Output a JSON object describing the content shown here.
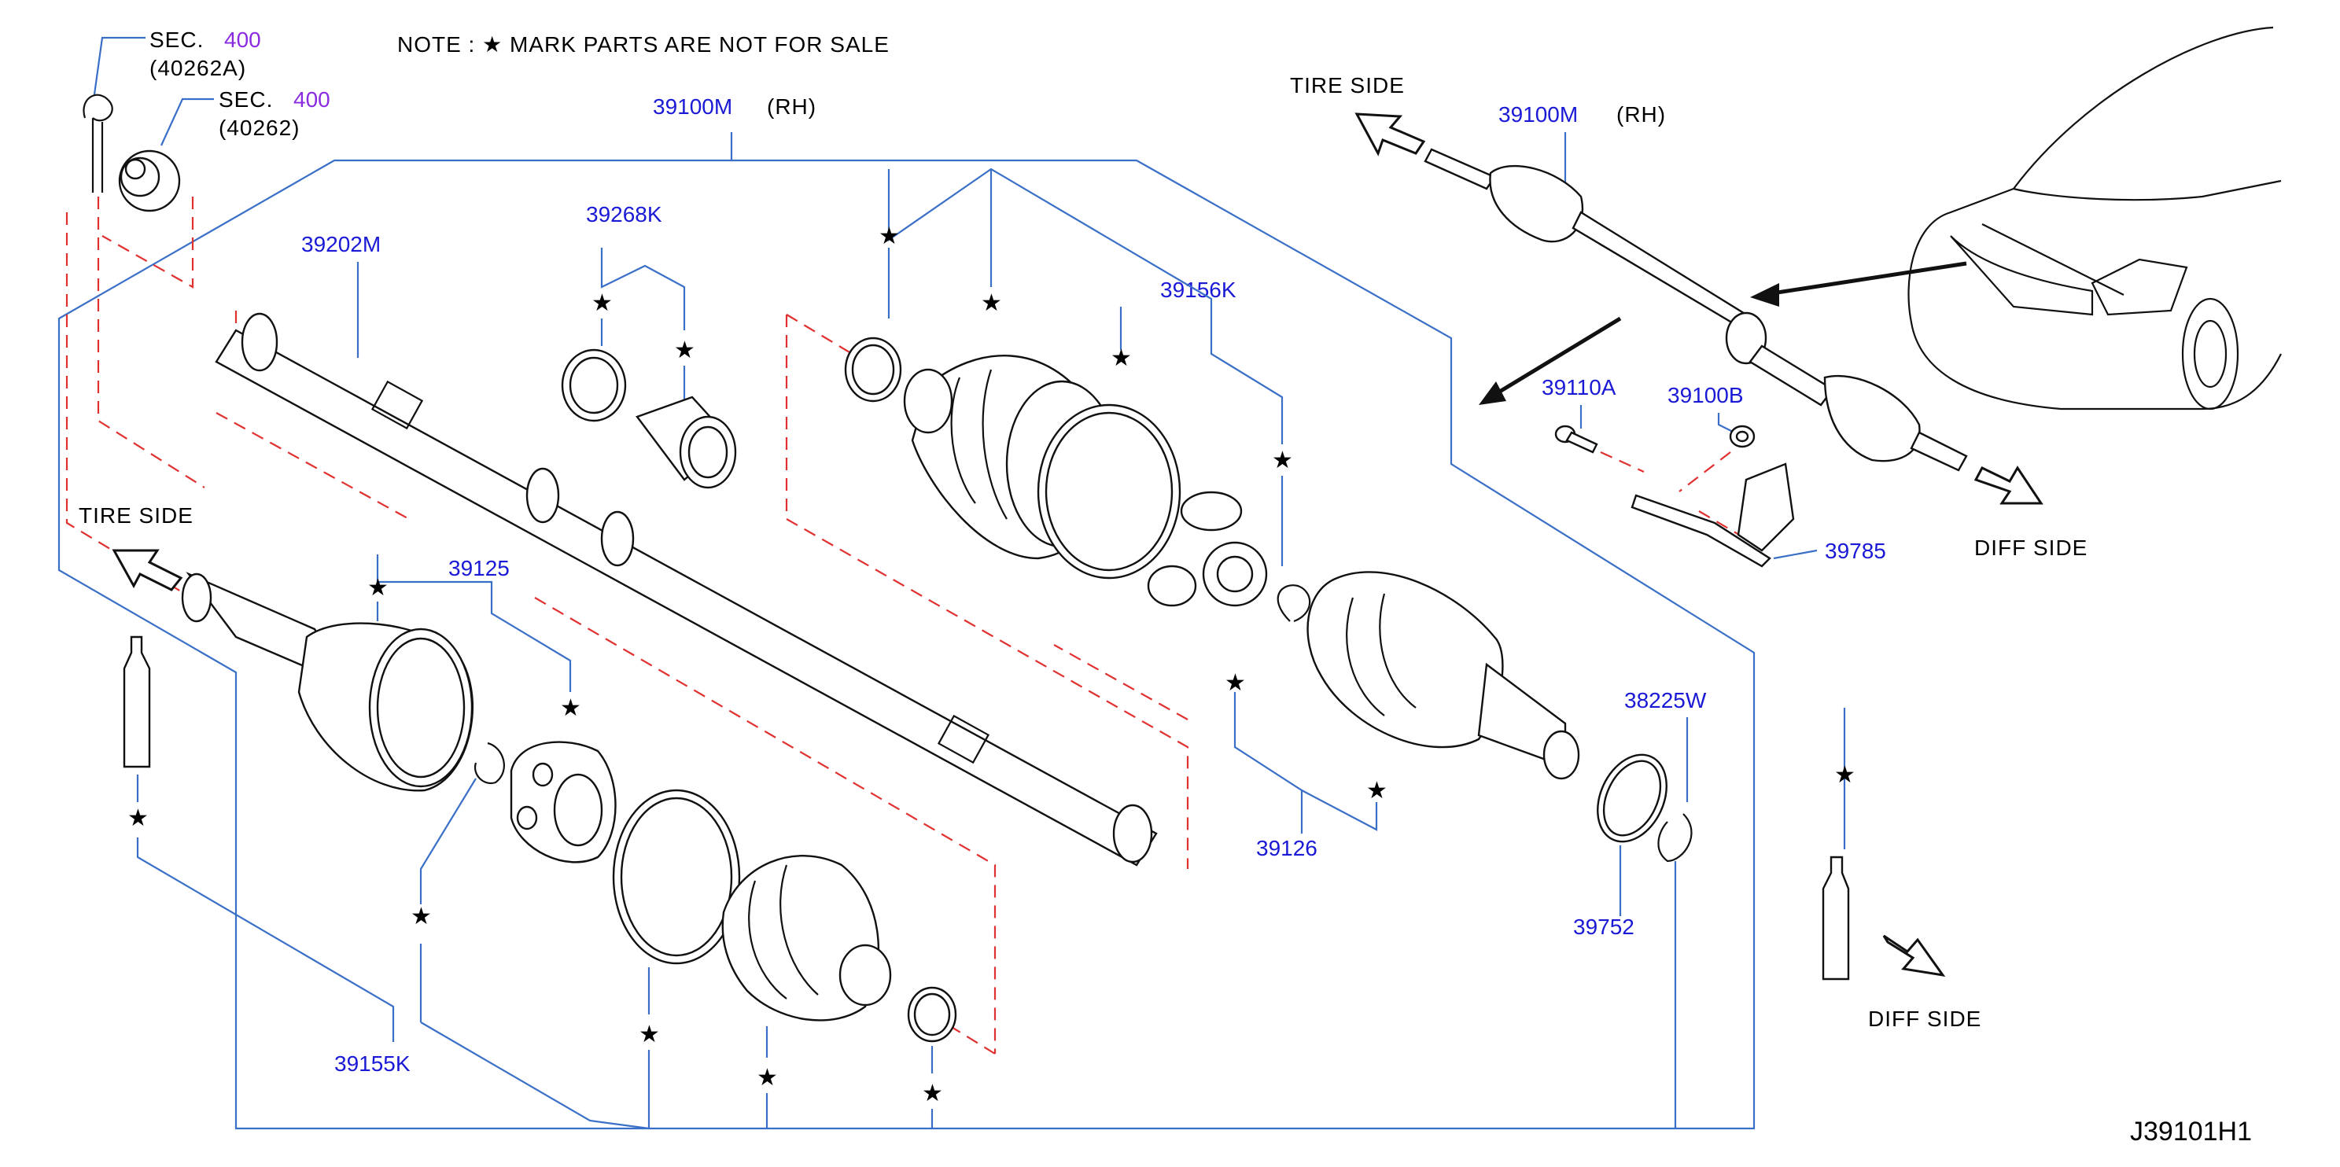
{
  "note": "NOTE  :  ★  MARK  PARTS  ARE  NOT  FOR  SALE",
  "star_glyph": "★",
  "figure_id": "J39101H1",
  "colors": {
    "part_number": "#1a1ad6",
    "section_ref": "#8a2be2",
    "leader": "#3a6fc8",
    "dash": "#e03030"
  },
  "directions": {
    "tire_side_top": "TIRE   SIDE",
    "tire_side_left": "TIRE   SIDE",
    "diff_side_right": "DIFF   SIDE",
    "diff_side_bottom": "DIFF   SIDE"
  },
  "section_refs": [
    {
      "prefix": "SEC.",
      "number": "400",
      "code": "(40262A)"
    },
    {
      "prefix": "SEC.",
      "number": "400",
      "code": "(40262)"
    }
  ],
  "callouts": {
    "c39100M_main": "39100M",
    "rh_main": "(RH)",
    "c39100M_inset": "39100M",
    "rh_inset": "(RH)",
    "c39202M": "39202M",
    "c39268K": "39268K",
    "c39156K": "39156K",
    "c39125": "39125",
    "c39126": "39126",
    "c39155K": "39155K",
    "c38225W": "38225W",
    "c39752": "39752",
    "c39110A": "39110A",
    "c39100B": "39100B",
    "c39785": "39785"
  }
}
